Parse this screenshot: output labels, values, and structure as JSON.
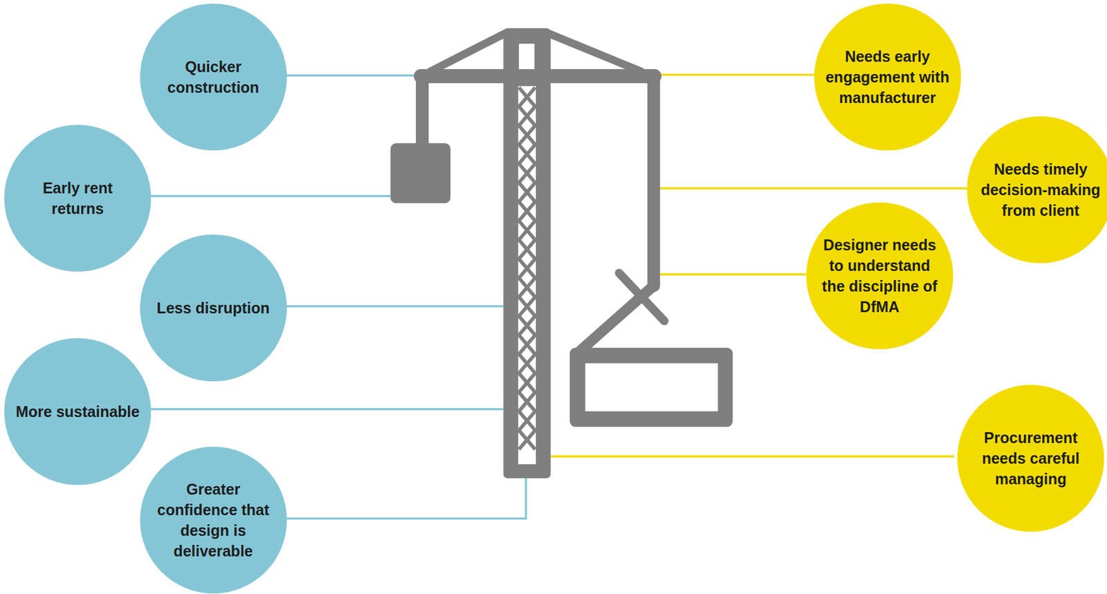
{
  "diagram": {
    "nodes": [
      {
        "text": [
          "Quicker construction"
        ]
      },
      {
        "text": [
          "Early rent returns"
        ]
      },
      {
        "text": [
          "Less disruption"
        ]
      },
      {
        "text": [
          "More sustainable"
        ]
      },
      {
        "text": [
          "Greater confidence that design is deliverable"
        ]
      },
      {
        "text": [
          "Needs early engagement with manufacturer"
        ]
      },
      {
        "text": [
          "Needs timely decision-making from client"
        ]
      },
      {
        "text": [
          "Designer needs to understand the discipline of DfMA"
        ]
      },
      {
        "text": [
          "Procurement needs careful managing"
        ]
      }
    ]
  }
}
